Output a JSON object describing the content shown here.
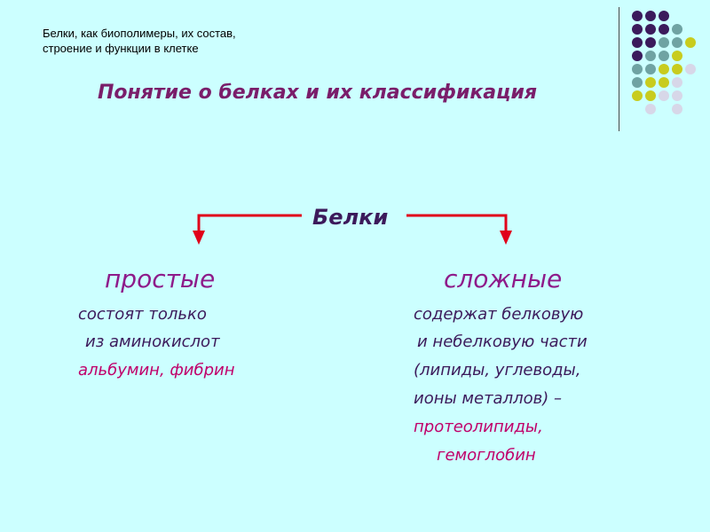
{
  "header": {
    "line1": "Белки, как биополимеры, их состав,",
    "line2": " строение и функции в клетке"
  },
  "title": "Понятие о белках и их классификация",
  "center_label": "Белки",
  "left": {
    "title": "простые",
    "line1": "состоят только",
    "line2": "из аминокислот",
    "line3": "альбумин, фибрин"
  },
  "right": {
    "title": "сложные",
    "line1": "содержат белковую",
    "line2": "и небелковую  части",
    "line3": "(липиды, углеводы,",
    "line4": "ионы металлов) –",
    "line5": "протеолипиды,",
    "line6": "гемоглобин"
  },
  "colors": {
    "background": "#ccffff",
    "arrow": "#e0001a",
    "dot_purple": "#3b1a5c",
    "dot_teal": "#6fa3a3",
    "dot_yellow": "#c8cc1e",
    "dot_lavender": "#d7d7e8"
  }
}
